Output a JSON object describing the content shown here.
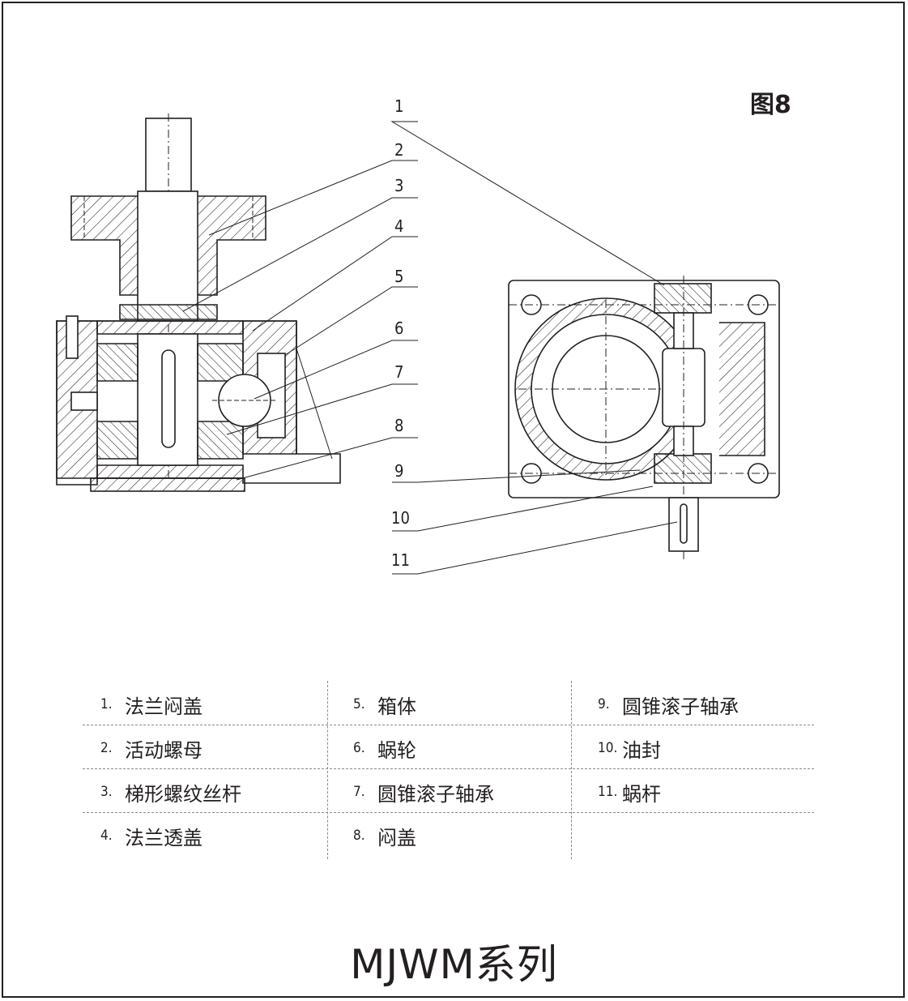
{
  "figure_label": "图8",
  "callouts": [
    "1",
    "2",
    "3",
    "4",
    "5",
    "6",
    "7",
    "8",
    "9",
    "10",
    "11"
  ],
  "legend": [
    [
      {
        "num": "1.",
        "name": "法兰闷盖"
      },
      {
        "num": "5.",
        "name": "箱体"
      },
      {
        "num": "9.",
        "name": "圆锥滚子轴承"
      }
    ],
    [
      {
        "num": "2.",
        "name": "活动螺母"
      },
      {
        "num": "6.",
        "name": "蜗轮"
      },
      {
        "num": "10.",
        "name": "油封"
      }
    ],
    [
      {
        "num": "3.",
        "name": "梯形螺纹丝杆"
      },
      {
        "num": "7.",
        "name": "圆锥滚子轴承"
      },
      {
        "num": "11.",
        "name": "蜗杆"
      }
    ],
    [
      {
        "num": "4.",
        "name": "法兰透盖"
      },
      {
        "num": "8.",
        "name": "闷盖"
      },
      {
        "num": "",
        "name": ""
      }
    ]
  ],
  "series_title": "MJWM系列",
  "colors": {
    "ink": "#231f20",
    "rule": "#8a8a8a",
    "background": "#ffffff"
  }
}
